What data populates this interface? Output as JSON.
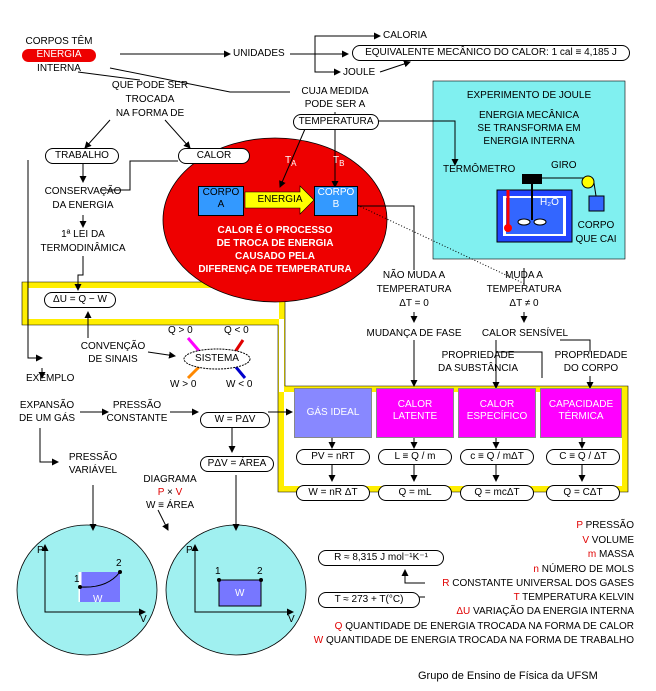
{
  "colors": {
    "panel_yellow": "#ffee00",
    "cyan_panel": "#80f0f0",
    "red_blob": "#ee0000",
    "corpo_blue": "#3399ff",
    "box_violet": "#8888ff",
    "box_magenta": "#ff00ff",
    "circle_cyan": "#a0f0f0",
    "graph_fill": "#7777ff"
  },
  "header": {
    "line1": "CORPOS TÊM",
    "line2": "ENERGIA",
    "line3": "INTERNA"
  },
  "labels": {
    "unidades": "UNIDADES",
    "caloria": "CALORIA",
    "joule": "JOULE",
    "equivalente": "EQUIVALENTE MECÂNICO DO CALOR: 1 cal ≡ 4,185 J",
    "cuja": "CUJA MEDIDA",
    "pode": "PODE SER A",
    "temperatura": "TEMPERATURA",
    "trocada1": "QUE PODE SER",
    "trocada2": "TROCADA",
    "trocada3": "NA FORMA DE",
    "trabalho": "TRABALHO",
    "calor": "CALOR",
    "ta": "T",
    "ta_sub": "A",
    "tb": "T",
    "tb_sub": "B",
    "corpo_a1": "CORPO",
    "corpo_a2": "A",
    "energia": "ENERGIA",
    "corpo_b1": "CORPO",
    "corpo_b2": "B",
    "blob1": "CALOR É O PROCESSO",
    "blob2": "DE TROCA DE ENERGIA",
    "blob3": "CAUSADO PELA",
    "blob4": "DIFERENÇA DE TEMPERATURA",
    "conserv1": "CONSERVAÇÃO",
    "conserv2": "DA ENERGIA",
    "lei1": "1ª LEI DA",
    "lei2": "TERMODINÂMICA",
    "primeira_lei": "ΔU = Q − W",
    "q0": "Q > 0",
    "ql0": "Q < 0",
    "w0": "W > 0",
    "wl0": "W < 0",
    "sistema": "SISTEMA",
    "conv1": "CONVENÇÃO",
    "conv2": "DE SINAIS",
    "exemplo": "EXEMPLO",
    "exp1": "EXPANSÃO",
    "exp2": "DE UM GÁS",
    "pc1": "PRESSÃO",
    "pc2": "CONSTANTE",
    "wpdv": "W = PΔV",
    "pdv": "PΔV = ÁREA",
    "pv1": "PRESSÃO",
    "pv2": "VARIÁVEL",
    "diag": "DIAGRAMA",
    "px": "P",
    "x": "×",
    "vv": "V",
    "wa": "W ≡ ÁREA",
    "nm1": "NÃO MUDA A",
    "nm2": "TEMPERATURA",
    "nm3": "ΔT = 0",
    "m1": "MUDA A",
    "m2": "TEMPERATURA",
    "m3": "ΔT ≠ 0",
    "mudanca": "MUDANÇA DE FASE",
    "sensivel": "CALOR SENSÍVEL",
    "prop_sub1": "PROPRIEDADE",
    "prop_sub2": "DA SUBSTÂNCIA",
    "prop_c1": "PROPRIEDADE",
    "prop_c2": "DO CORPO",
    "gas": "GÁS IDEAL",
    "lat1": "CALOR",
    "lat2": "LATENTE",
    "esp1": "CALOR",
    "esp2": "ESPECÍFICO",
    "cap1": "CAPACIDADE",
    "cap2": "TÉRMICA",
    "f1": "PV = nRT",
    "f2": "L ≡ Q / m",
    "f3": "c ≡ Q / mΔT",
    "f4": "C ≡ Q / ΔT",
    "g1": "W = nR ΔT",
    "g2": "Q = mL",
    "g3": "Q = mcΔT",
    "g4": "Q = CΔT",
    "exp_title": "EXPERIMENTO DE JOULE",
    "exp_a": "ENERGIA MECÂNICA",
    "exp_b": "SE TRANSFORMA EM",
    "exp_c": "ENERGIA INTERNA",
    "termometro": "TERMÔMETRO",
    "giro": "GIRO",
    "h2o": "H₂O",
    "corpo_cai1": "CORPO",
    "corpo_cai2": "QUE CAI",
    "r_formula": "R ≈ 8,315 J mol⁻¹K⁻¹",
    "t_formula": "T ≈ 273 + T(°C)",
    "gp": "P",
    "gv": "V",
    "g_1": "1",
    "g_2": "2",
    "gw": "W",
    "credit": "Grupo de Ensino de Física da UFSM"
  },
  "legend": [
    {
      "sym": "P",
      "text": "PRESSÃO"
    },
    {
      "sym": "V",
      "text": "VOLUME"
    },
    {
      "sym": "m",
      "text": "MASSA"
    },
    {
      "sym": "n",
      "text": "NÚMERO DE MOLS"
    },
    {
      "sym": "R",
      "text": "CONSTANTE UNIVERSAL DOS GASES"
    },
    {
      "sym": "T",
      "text": "TEMPERATURA KELVIN"
    },
    {
      "sym": "ΔU",
      "text": "VARIAÇÃO DA ENERGIA INTERNA"
    },
    {
      "sym": "Q",
      "text": "QUANTIDADE DE ENERGIA TROCADA NA FORMA DE CALOR"
    },
    {
      "sym": "W",
      "text": "QUANTIDADE DE ENERGIA TROCADA NA FORMA DE TRABALHO"
    }
  ]
}
